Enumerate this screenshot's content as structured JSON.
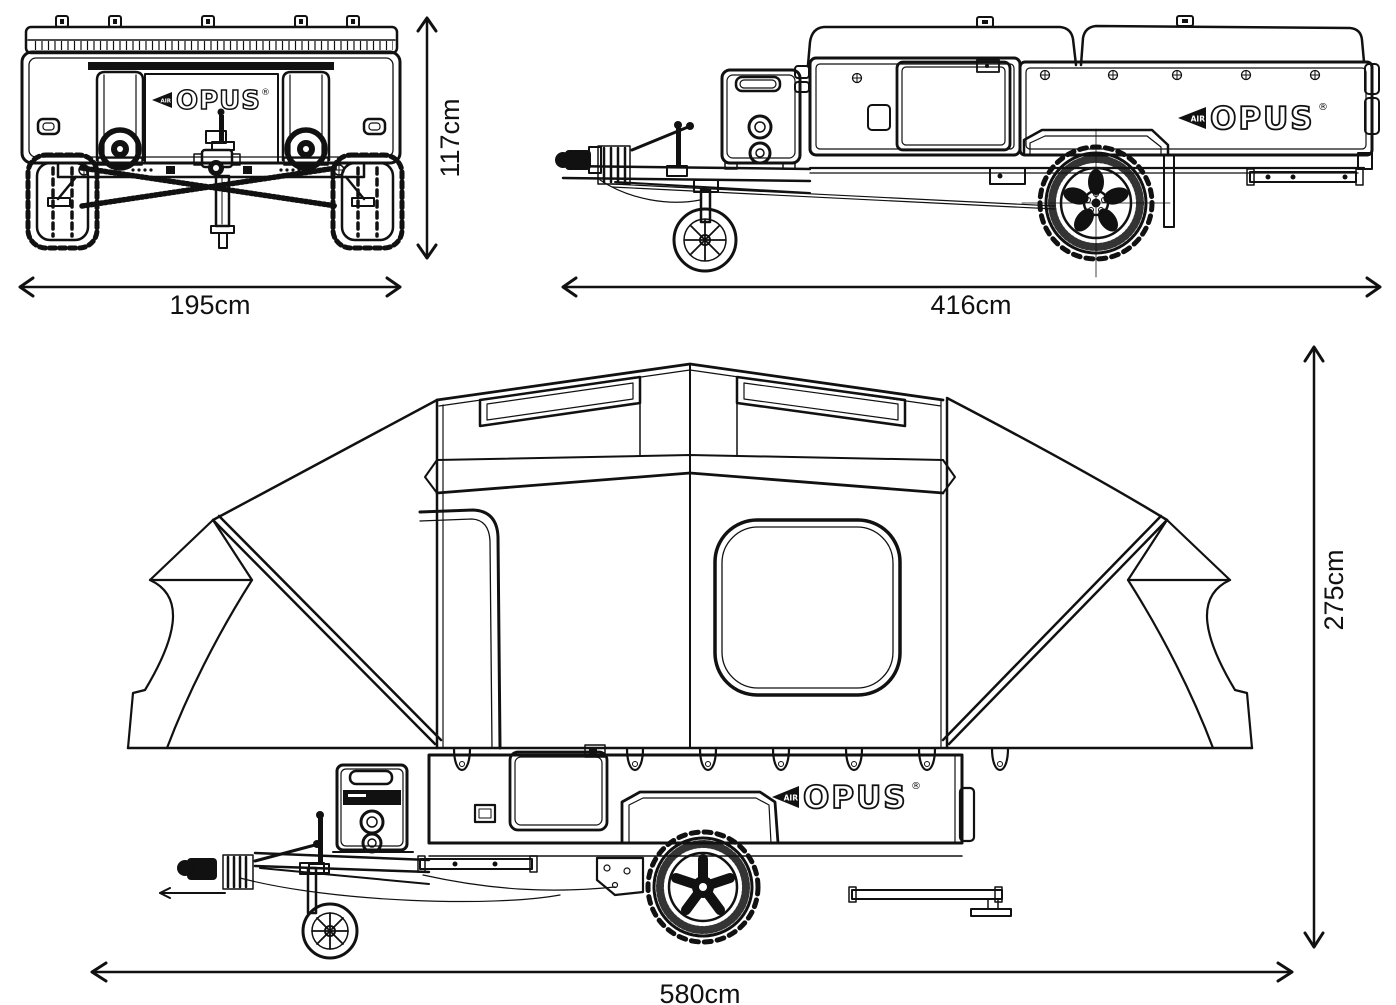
{
  "page": {
    "background": "#ffffff",
    "line_color": "#111111"
  },
  "brand": {
    "logo_text": "OPUS",
    "air_badge": "AIR",
    "registered_mark": "®"
  },
  "views": {
    "front_closed": {
      "width_label": "195cm",
      "height_label": "117cm"
    },
    "side_closed": {
      "length_label": "416cm"
    },
    "side_open": {
      "length_label": "580cm",
      "height_label": "275cm"
    }
  }
}
